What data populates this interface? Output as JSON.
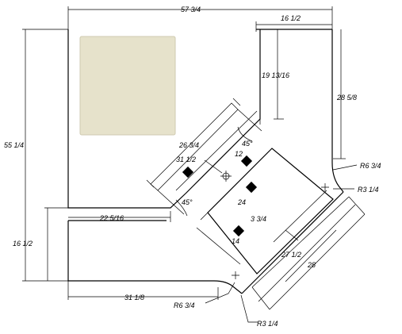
{
  "colors": {
    "line": "#000000",
    "sample_swatch": "#e6e2cb",
    "sample_swatch_edge": "#cfcab0",
    "background": "#ffffff"
  },
  "dimensions": {
    "overall_width": "57 3/4",
    "leg_width_top": "16 1/2",
    "inner_leg_depth": "19 13/16",
    "outer_leg_depth": "28 5/8",
    "overall_height": "55 1/4",
    "left_leg_width": "16 1/2",
    "inner_return_length": "22 5/16",
    "bottom_length": "31 1/8",
    "outer_radius_right": "R6 3/4",
    "inner_radius_right": "R3 1/4",
    "outer_radius_bottom": "R6 3/4",
    "inner_radius_bottom": "R3 1/4",
    "diagonal_depth": "26 3/4",
    "diagonal_inset": "31 1/2",
    "angle_upper": "45°",
    "angle_lower": "45°",
    "board_length": "24",
    "board_width": "14",
    "board_offset": "3 3/4",
    "front_width": "27 1/2",
    "front_depth": "28",
    "panel_depth": "12"
  }
}
